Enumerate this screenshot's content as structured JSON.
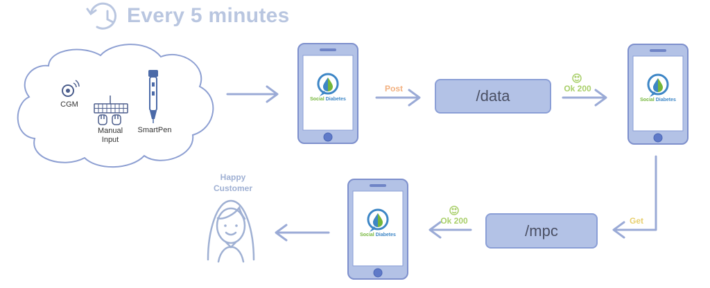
{
  "header": {
    "title": "Every 5 minutes",
    "icon": "history-clock-icon"
  },
  "sources": {
    "cgm_label": "CGM",
    "manual_label": "Manual\nInput",
    "smartpen_label": "SmartPen"
  },
  "app": {
    "logo_word1": "Social",
    "logo_word2": "Diabetes"
  },
  "edges": {
    "post_label": "Post",
    "ok_label_1": "Ok 200",
    "get_label": "Get",
    "ok_label_2": "Ok 200"
  },
  "endpoints": {
    "data_label": "/data",
    "mpc_label": "/mpc"
  },
  "customer": {
    "label": "Happy\nCustomer"
  },
  "colors": {
    "title": "#b9c6e0",
    "arrow": "#9aaad6",
    "phone_fill": "#b3c2e6",
    "phone_stroke": "#7d8fcc",
    "endpoint_fill": "#b3c2e6",
    "post": "#f2b07f",
    "ok": "#a9cf6a",
    "get": "#e8cf6f",
    "customer": "#9fb0d3",
    "logo_green": "#74b63a",
    "logo_blue": "#3d86c6"
  }
}
